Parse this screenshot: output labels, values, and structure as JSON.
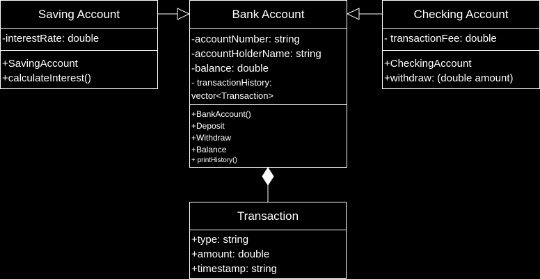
{
  "classes": {
    "saving": {
      "title": "Saving Account",
      "attributes": [
        "-interestRate: double"
      ],
      "methods": [
        "+SavingAccount",
        "+calculateInterest()"
      ]
    },
    "bank": {
      "title": "Bank Account",
      "attributes": [
        "-accountNumber: string",
        "-accountHolderName: string",
        "-balance: double",
        "- transactionHistory:",
        "vector<Transaction>"
      ],
      "methods": [
        "+BankAccount()",
        "+Deposit",
        "+Withdraw",
        "+Balance",
        "+ printHistory()"
      ]
    },
    "checking": {
      "title": "Checking Account",
      "attributes": [
        "- transactionFee: double"
      ],
      "methods": [
        "+CheckingAccount",
        "+withdraw: (double amount)"
      ]
    },
    "transaction": {
      "title": "Transaction",
      "attributes": [
        "+type: string",
        "+amount: double",
        "+timestamp: string"
      ]
    }
  },
  "relations": [
    {
      "from": "saving",
      "to": "bank",
      "kind": "generalization"
    },
    {
      "from": "checking",
      "to": "bank",
      "kind": "generalization"
    },
    {
      "from": "transaction",
      "to": "bank",
      "kind": "composition"
    }
  ],
  "colors": {
    "background": "#000000",
    "foreground": "#ffffff"
  }
}
